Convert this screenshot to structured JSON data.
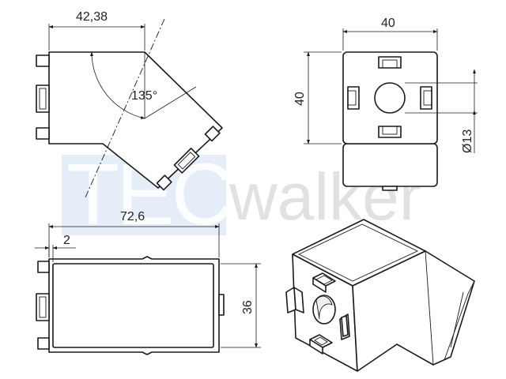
{
  "watermark": {
    "part1": "TEC",
    "part2": "walker",
    "box_color": "#cfe0f3",
    "text_color": "#d8d8d8"
  },
  "dimensions": {
    "top_width": "42,38",
    "angle": "135°",
    "width_40_top": "40",
    "height_40_side": "40",
    "hole_diameter": "Ø13",
    "length_total": "72,6",
    "wall_thickness": "2",
    "height_36": "36"
  },
  "colors": {
    "line": "#1a1a1a",
    "background": "#ffffff"
  }
}
